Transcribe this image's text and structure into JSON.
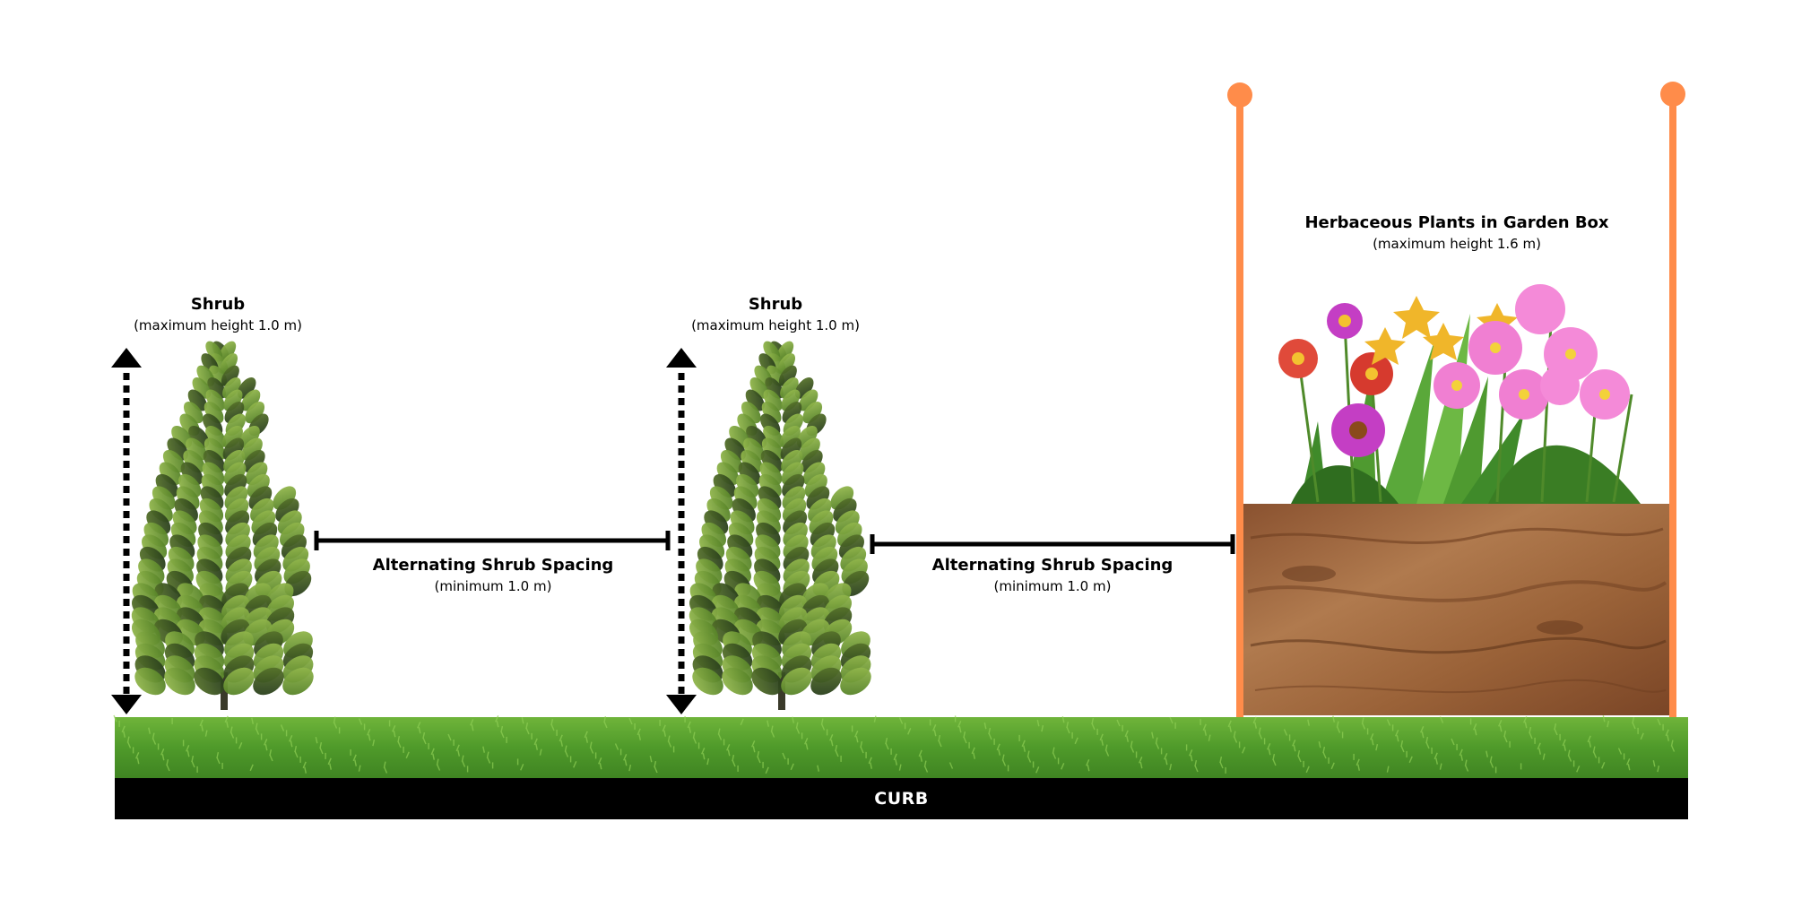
{
  "shrub_left": {
    "title": "Shrub",
    "subtitle": "(maximum height 1.0 m)"
  },
  "shrub_middle": {
    "title": "Shrub",
    "subtitle": "(maximum height 1.0 m)"
  },
  "spacing_left": {
    "title": "Alternating Shrub Spacing",
    "subtitle": "(minimum 1.0 m)"
  },
  "spacing_right": {
    "title": "Alternating Shrub Spacing",
    "subtitle": "(minimum 1.0 m)"
  },
  "garden_box": {
    "title": "Herbaceous Plants in Garden Box",
    "subtitle": "(maximum height 1.6 m)"
  },
  "curb": {
    "label": "CURB"
  },
  "colors": {
    "pole": "#ff8c4a",
    "curb": "#000000",
    "grass": "#4f9a2a",
    "wood": "#a0643a",
    "shrub_dark": "#2f4a1a",
    "shrub_light": "#8fb34a"
  }
}
